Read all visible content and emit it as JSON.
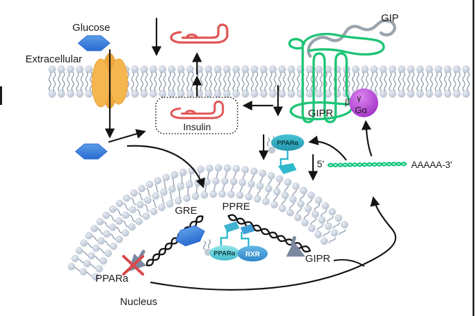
{
  "labels": {
    "extracellular": "Extracellular",
    "glucose": "Glucose",
    "insulin": "Insulin",
    "gip": "GIP",
    "gipr_receptor": "GIPR",
    "g_beta": "β",
    "g_gamma": "γ",
    "g_alpha": "Gα",
    "ppara_cyto": "PPARα",
    "five_prime": "5'",
    "mrna_polya": "AAAAA-3'",
    "gre": "GRE",
    "ppre": "PPRE",
    "ppara_nuclear": "PPARα",
    "rxr": "RXR",
    "gipr_gene": "GIPR",
    "ppara_gene": "PPARa",
    "nucleus": "Nucleus"
  },
  "colors": {
    "glucose_blue": "#3a7fd9",
    "transporter_orange": "#f5b54f",
    "insulin_red": "#e05555",
    "receptor_green": "#1ec476",
    "gip_gray": "#9aa4ae",
    "g_protein_purple": "#b944d6",
    "ppara_teal": "#3fc0d0",
    "rxr_blue": "#3f9ed8",
    "mrna_green": "#14c680",
    "membrane_gray": "#c6cfdc",
    "promoter_gray": "#7b88a0",
    "blocked_red": "#d84848",
    "dna_black": "#151515"
  }
}
